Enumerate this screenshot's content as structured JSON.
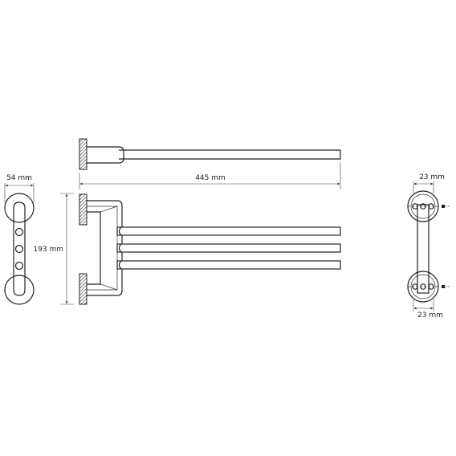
{
  "dimensions": {
    "width_label": "54 mm",
    "height_label": "193 mm",
    "length_label": "445 mm",
    "top_spacing_label": "23 mm",
    "bottom_spacing_label": "23 mm"
  },
  "colors": {
    "line": "#222222",
    "background": "#ffffff"
  }
}
